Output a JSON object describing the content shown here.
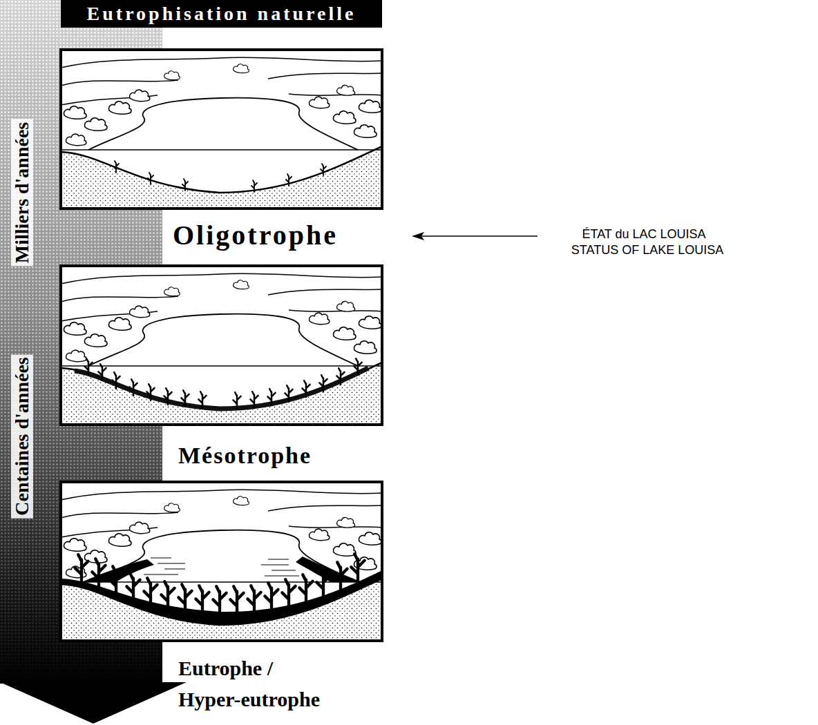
{
  "diagram": {
    "title": "Eutrophisation naturelle",
    "labels": [
      "Milliers d'années",
      "Oligotrophe",
      "ÉTAT du LAC LOUISA",
      "STATUS OF LAKE LOUISA",
      "Centaines d'années",
      "Mésotrophe",
      "Eutrophe / Hyper-eutrophe"
    ]
  }
}
